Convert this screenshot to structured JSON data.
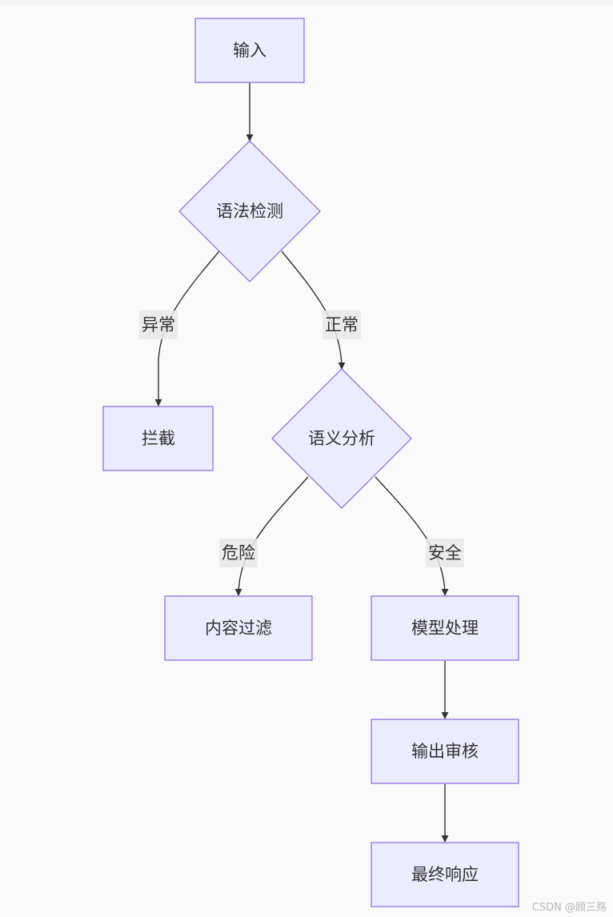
{
  "nodes": {
    "input": "输入",
    "syntax_check": "语法检测",
    "block": "拦截",
    "semantic_analysis": "语义分析",
    "content_filter": "内容过滤",
    "model_processing": "模型处理",
    "output_review": "输出审核",
    "final_response": "最终响应"
  },
  "edges": {
    "abnormal": "异常",
    "normal": "正常",
    "danger": "危险",
    "safe": "安全"
  },
  "colors": {
    "node_fill": "#ececff",
    "node_stroke": "#9370db",
    "edge": "#333333",
    "background": "#fafafa"
  },
  "watermark": "CSDN @顾三殇"
}
